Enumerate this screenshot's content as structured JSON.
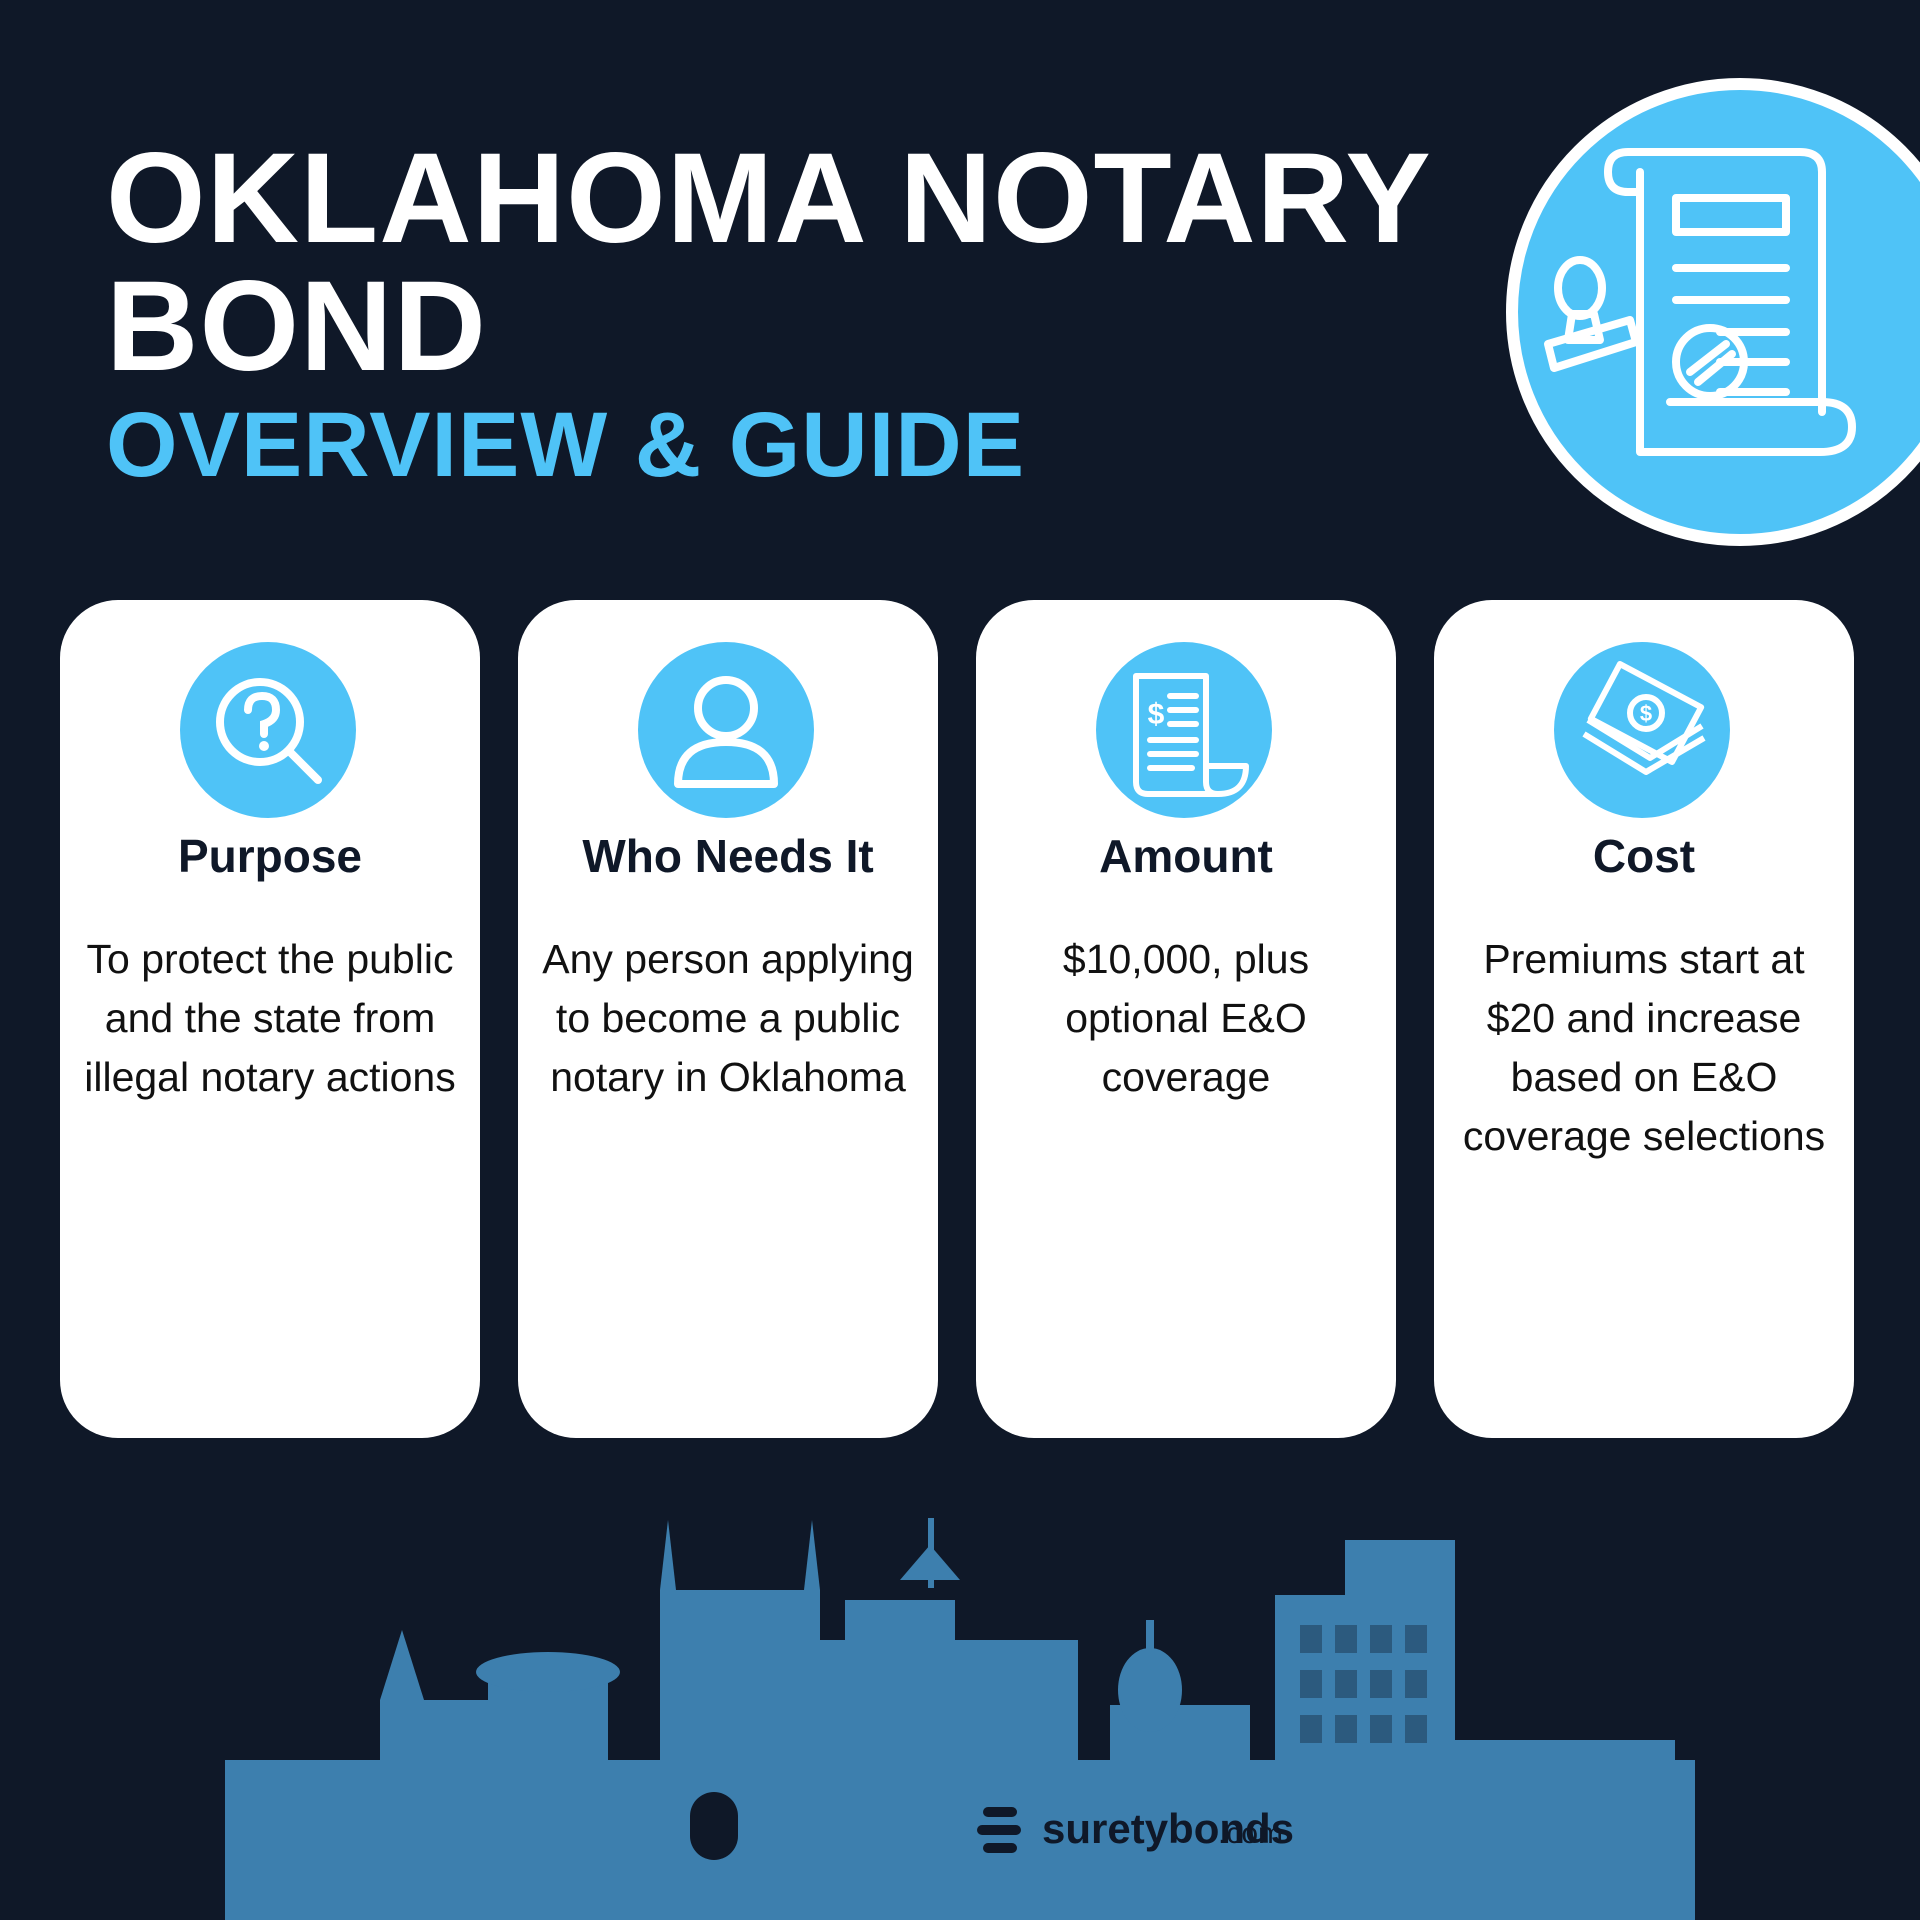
{
  "header": {
    "title": "OKLAHOMA NOTARY BOND",
    "subtitle": "OVERVIEW & GUIDE",
    "icon": "notary-document-stamp-icon"
  },
  "cards": [
    {
      "icon": "question-magnifier-icon",
      "heading": "Purpose",
      "body": "To protect the public and the state from illegal notary actions"
    },
    {
      "icon": "person-icon",
      "heading": "Who Needs It",
      "body": "Any person applying to become a public notary in Oklahoma"
    },
    {
      "icon": "invoice-dollar-icon",
      "heading": "Amount",
      "body": "$10,000, plus optional E&O coverage"
    },
    {
      "icon": "money-stack-icon",
      "heading": "Cost",
      "body": "Premiums start at $20 and increase based on E&O coverage selections"
    }
  ],
  "brand": {
    "name": "suretybonds",
    "tld": ".com"
  },
  "colors": {
    "background": "#0f1828",
    "accent": "#4fc3f7",
    "card": "#ffffff",
    "skyline": "#3d7fae"
  }
}
